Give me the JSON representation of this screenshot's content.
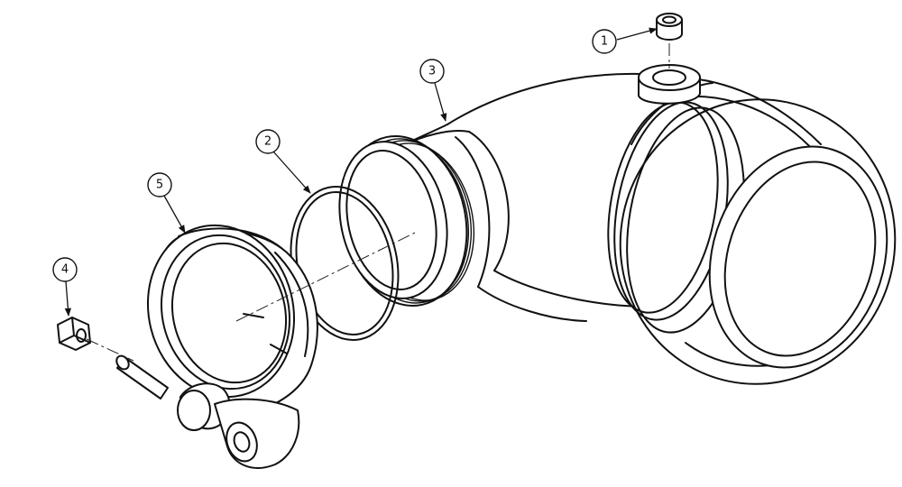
{
  "diagram": {
    "balloons": [
      {
        "id": "1",
        "label": "1"
      },
      {
        "id": "2",
        "label": "2"
      },
      {
        "id": "3",
        "label": "3"
      },
      {
        "id": "4",
        "label": "4"
      },
      {
        "id": "5",
        "label": "5"
      }
    ]
  },
  "colors": {
    "line": "#111111",
    "background": "#ffffff"
  }
}
